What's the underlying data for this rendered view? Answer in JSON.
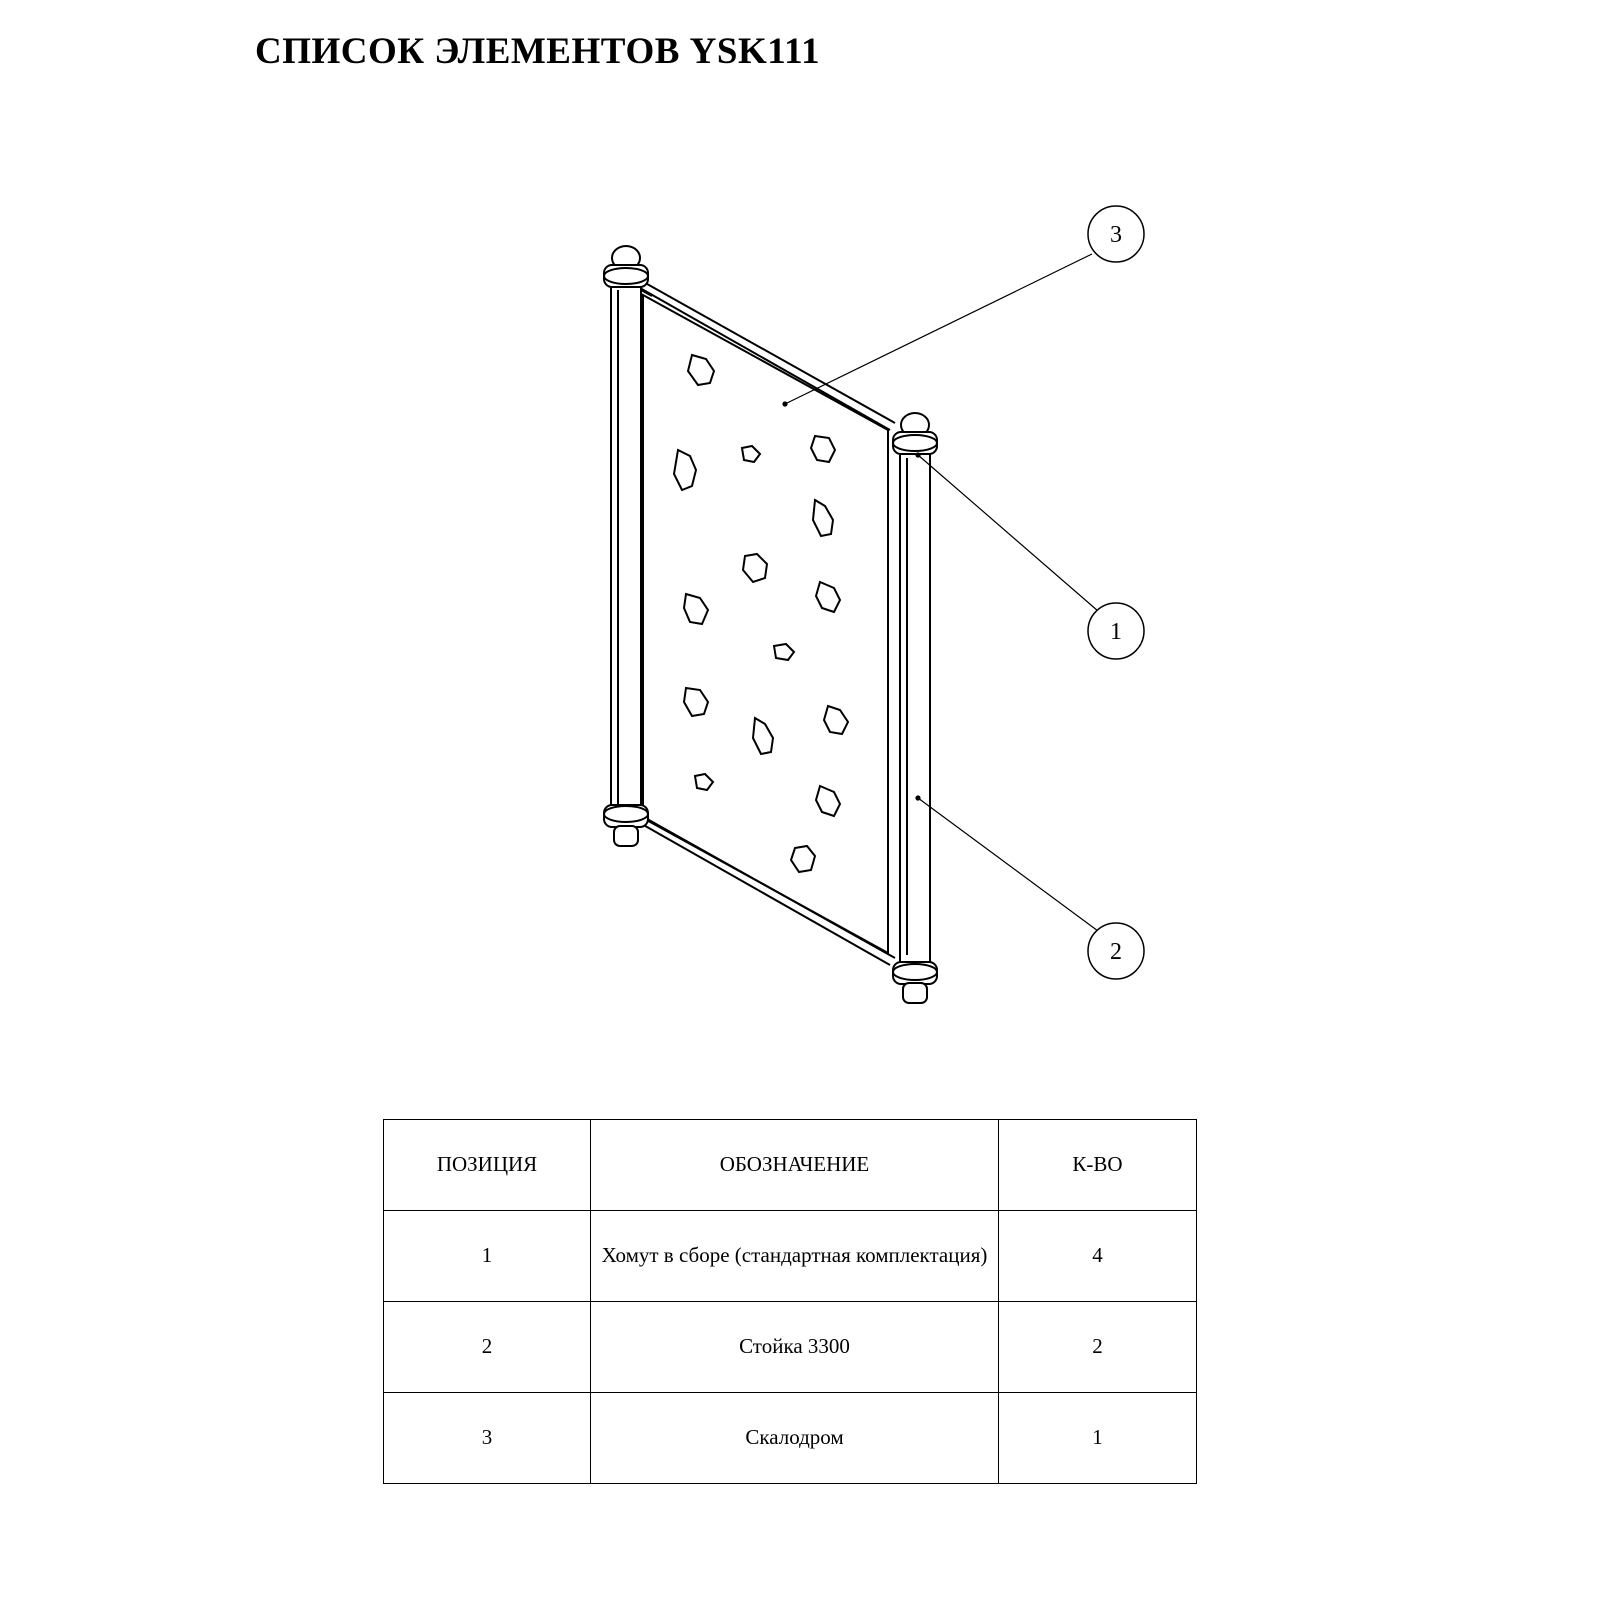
{
  "document": {
    "title": "СПИСОК ЭЛЕМЕНТОВ YSK111"
  },
  "drawing": {
    "callouts": [
      "3",
      "1",
      "2"
    ]
  },
  "table": {
    "headers": {
      "position": "ПОЗИЦИЯ",
      "designation": "ОБОЗНАЧЕНИЕ",
      "quantity": "К-ВО"
    },
    "rows": [
      {
        "position": "1",
        "designation": "Хомут в сборе (стандартная комплектация)",
        "quantity": "4"
      },
      {
        "position": "2",
        "designation": "Стойка 3300",
        "quantity": "2"
      },
      {
        "position": "3",
        "designation": "Скалодром",
        "quantity": "1"
      }
    ]
  }
}
